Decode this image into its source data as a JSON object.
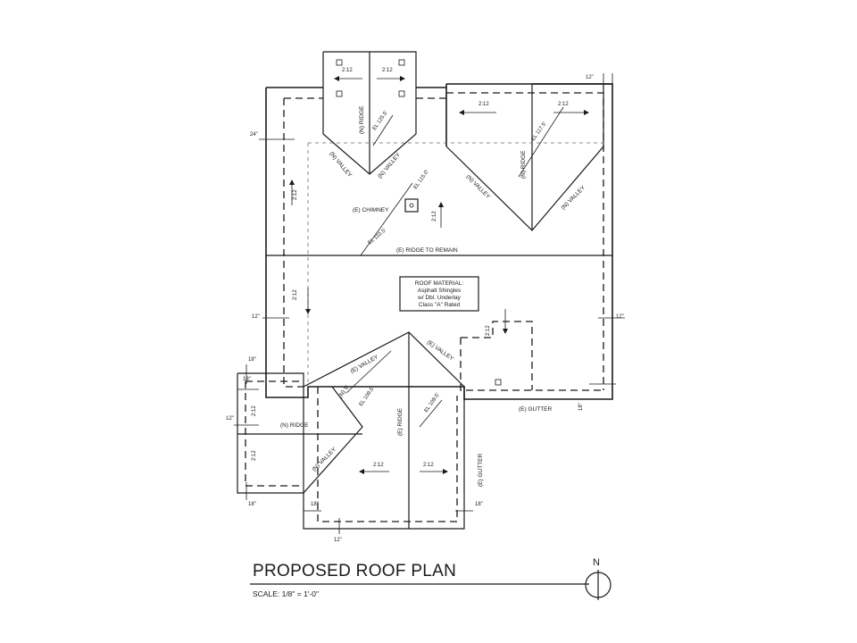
{
  "title": "PROPOSED ROOF PLAN",
  "scale": "SCALE: 1/8\" = 1'-0\"",
  "north": "N",
  "roof_material": [
    "ROOF MATERIAL:",
    "Asphalt Shingles",
    "w/ Dbl. Underlay",
    "Class \"A\" Rated"
  ],
  "labels": {
    "n_ridge": "(N) RIDGE",
    "n_valley": "(N) VALLEY",
    "e_ridge": "(E) RIDGE",
    "e_valley": "(E) VALLEY",
    "e_chimney": "(E) CHIMNEY",
    "e_ridge_to_remain": "(E) RIDGE TO REMAIN",
    "e_gutter": "(E) GUTTER",
    "n_v": "(N) V",
    "n_valley_short": "(N) VALLEY"
  },
  "elevations": {
    "a": "EL 125.5'",
    "b": "EL 115.0'",
    "c": "EL 117.5'",
    "d": "EL 110.5'",
    "e": "EL 109.5'",
    "f": "EL 109.5'"
  },
  "slopes": {
    "s212": "2:12"
  },
  "dimensions": {
    "d12": "12\"",
    "d24": "24\"",
    "d18": "18\"",
    "d12b": "12\"",
    "d12c": "12\"",
    "d18b": "18\"",
    "d12d": "12\"",
    "d18c": "18\"",
    "d18d": "18\"",
    "d18e": "18\"",
    "d12e": "12\"",
    "d18f": "18\""
  }
}
